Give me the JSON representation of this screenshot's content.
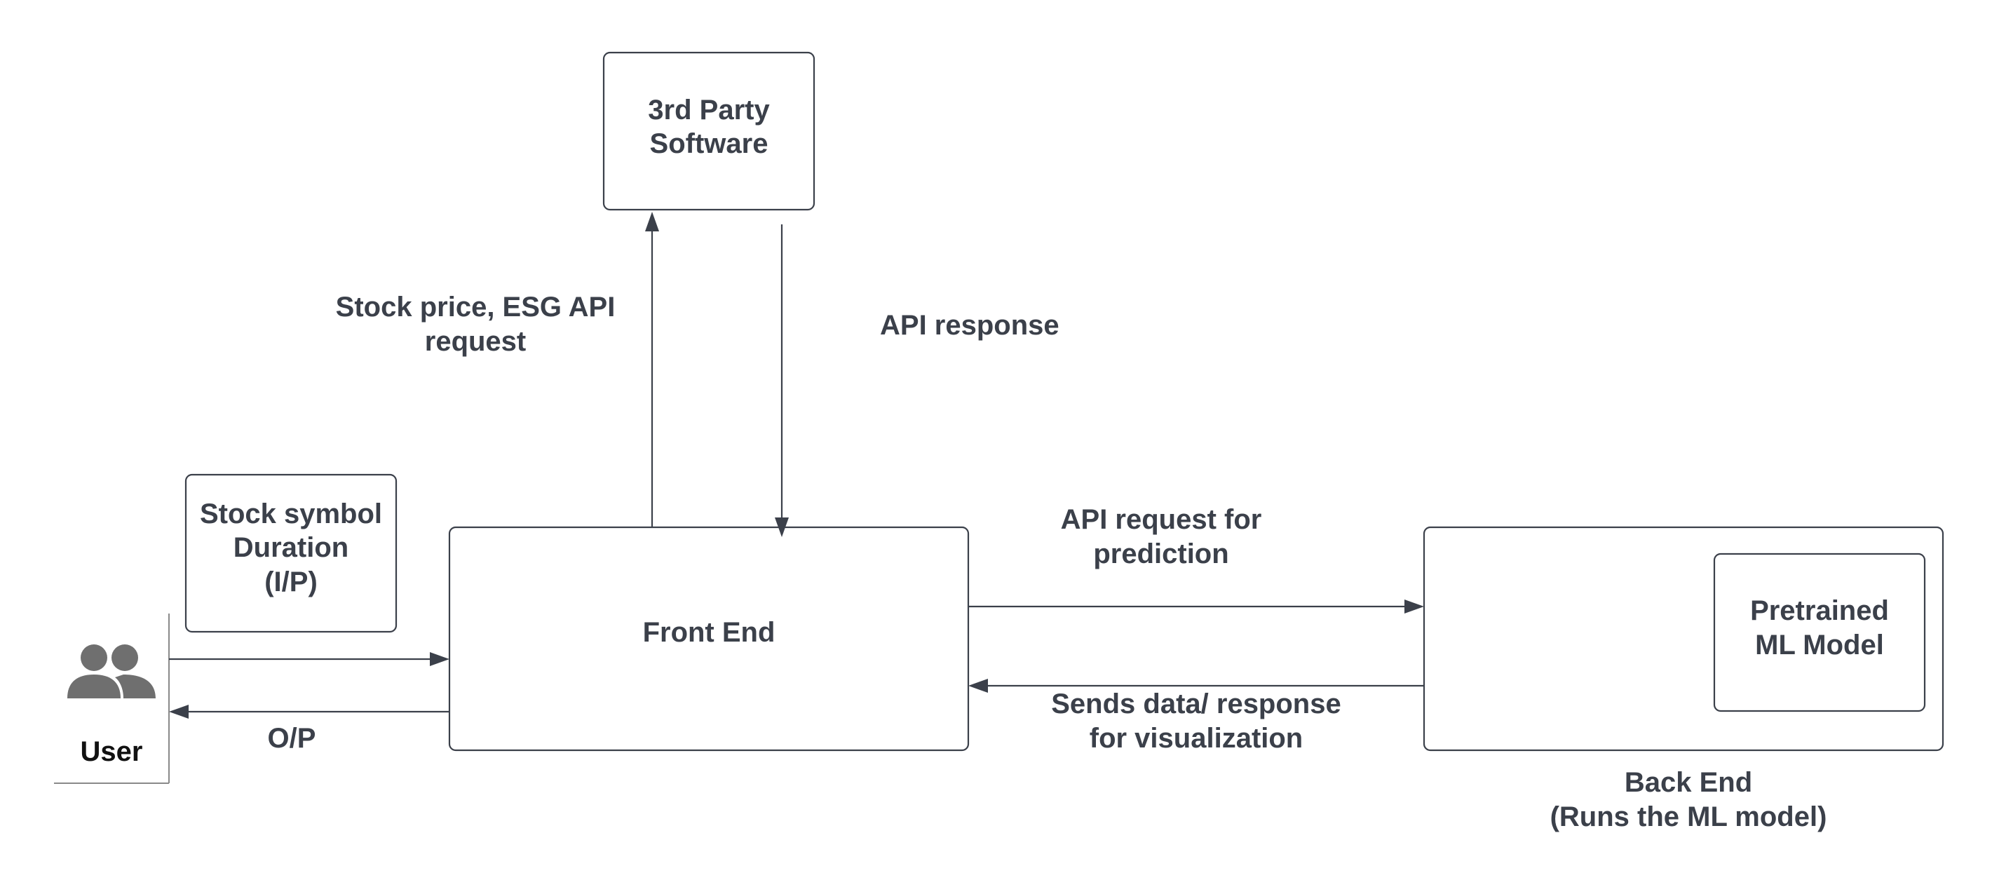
{
  "nodes": {
    "third_party": {
      "line1": "3rd Party",
      "line2": "Software"
    },
    "input_box": {
      "line1": "Stock symbol",
      "line2": "Duration",
      "line3": "(I/P)"
    },
    "front_end": {
      "label": "Front End"
    },
    "back_end": {
      "line1": "Back End",
      "line2": "(Runs the ML model)"
    },
    "ml_model": {
      "line1": "Pretrained",
      "line2": "ML Model"
    },
    "user": {
      "label": "User",
      "icon": "users-icon"
    }
  },
  "edges": {
    "api_request": {
      "line1": "Stock price, ESG API",
      "line2": "request"
    },
    "api_response": {
      "label": "API response"
    },
    "prediction_request": {
      "line1": "API request for",
      "line2": "prediction"
    },
    "visualization_response": {
      "line1": "Sends data/ response",
      "line2": "for visualization"
    },
    "output": {
      "label": "O/P"
    }
  },
  "colors": {
    "stroke": "#3b404a",
    "icon": "#6f6f6f",
    "background": "#ffffff"
  }
}
